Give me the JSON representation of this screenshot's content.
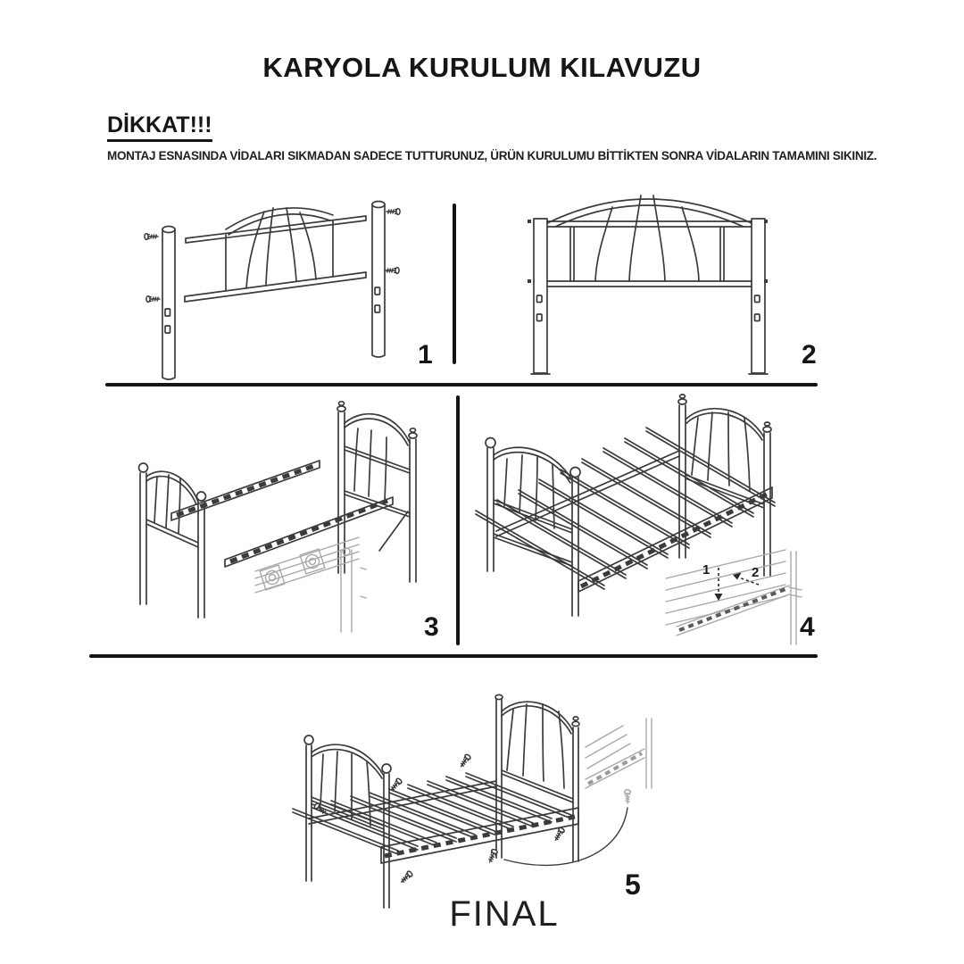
{
  "page": {
    "title": "KARYOLA KURULUM KILAVUZU",
    "warning_heading": "DİKKAT!!!",
    "warning_text": "MONTAJ ESNASINDA VİDALARI SIKMADAN SADECE TUTTURUNUZ, ÜRÜN KURULUMU BİTTİKTEN SONRA VİDALARIN TAMAMINI SIKINIZ."
  },
  "steps": [
    {
      "number": "1"
    },
    {
      "number": "2"
    },
    {
      "number": "3"
    },
    {
      "number": "4",
      "inset_labels": [
        "1",
        "2"
      ]
    },
    {
      "number": "5"
    }
  ],
  "final_label": "FINAL",
  "colors": {
    "ink": "#1a1a1a",
    "line": "#3b3b3b",
    "faded": "#a8a8a8",
    "divider": "#141414",
    "background": "#ffffff"
  }
}
